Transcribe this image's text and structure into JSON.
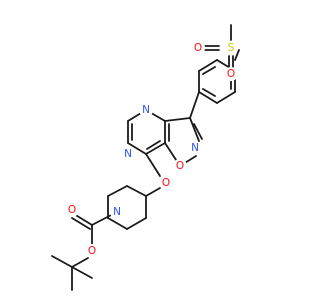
{
  "diagram": {
    "type": "chemical-structure",
    "background": "#ffffff",
    "bond_color": "#1a1a1a",
    "atom_colors": {
      "N": "#3050F8",
      "O": "#FF0D0D",
      "S": "#C8C800"
    },
    "labels": {
      "sulfonyl_s": "S",
      "sulfonyl_o_left": "O",
      "sulfonyl_o_bottom": "O",
      "isoxazole_n": "N",
      "isoxazole_o": "O",
      "pyrimidine_n_top": "N",
      "pyrimidine_n_left": "N",
      "ether_o": "O",
      "piperidine_n": "N",
      "carbamate_carbonyl_o": "O",
      "carbamate_ester_o": "O"
    }
  }
}
